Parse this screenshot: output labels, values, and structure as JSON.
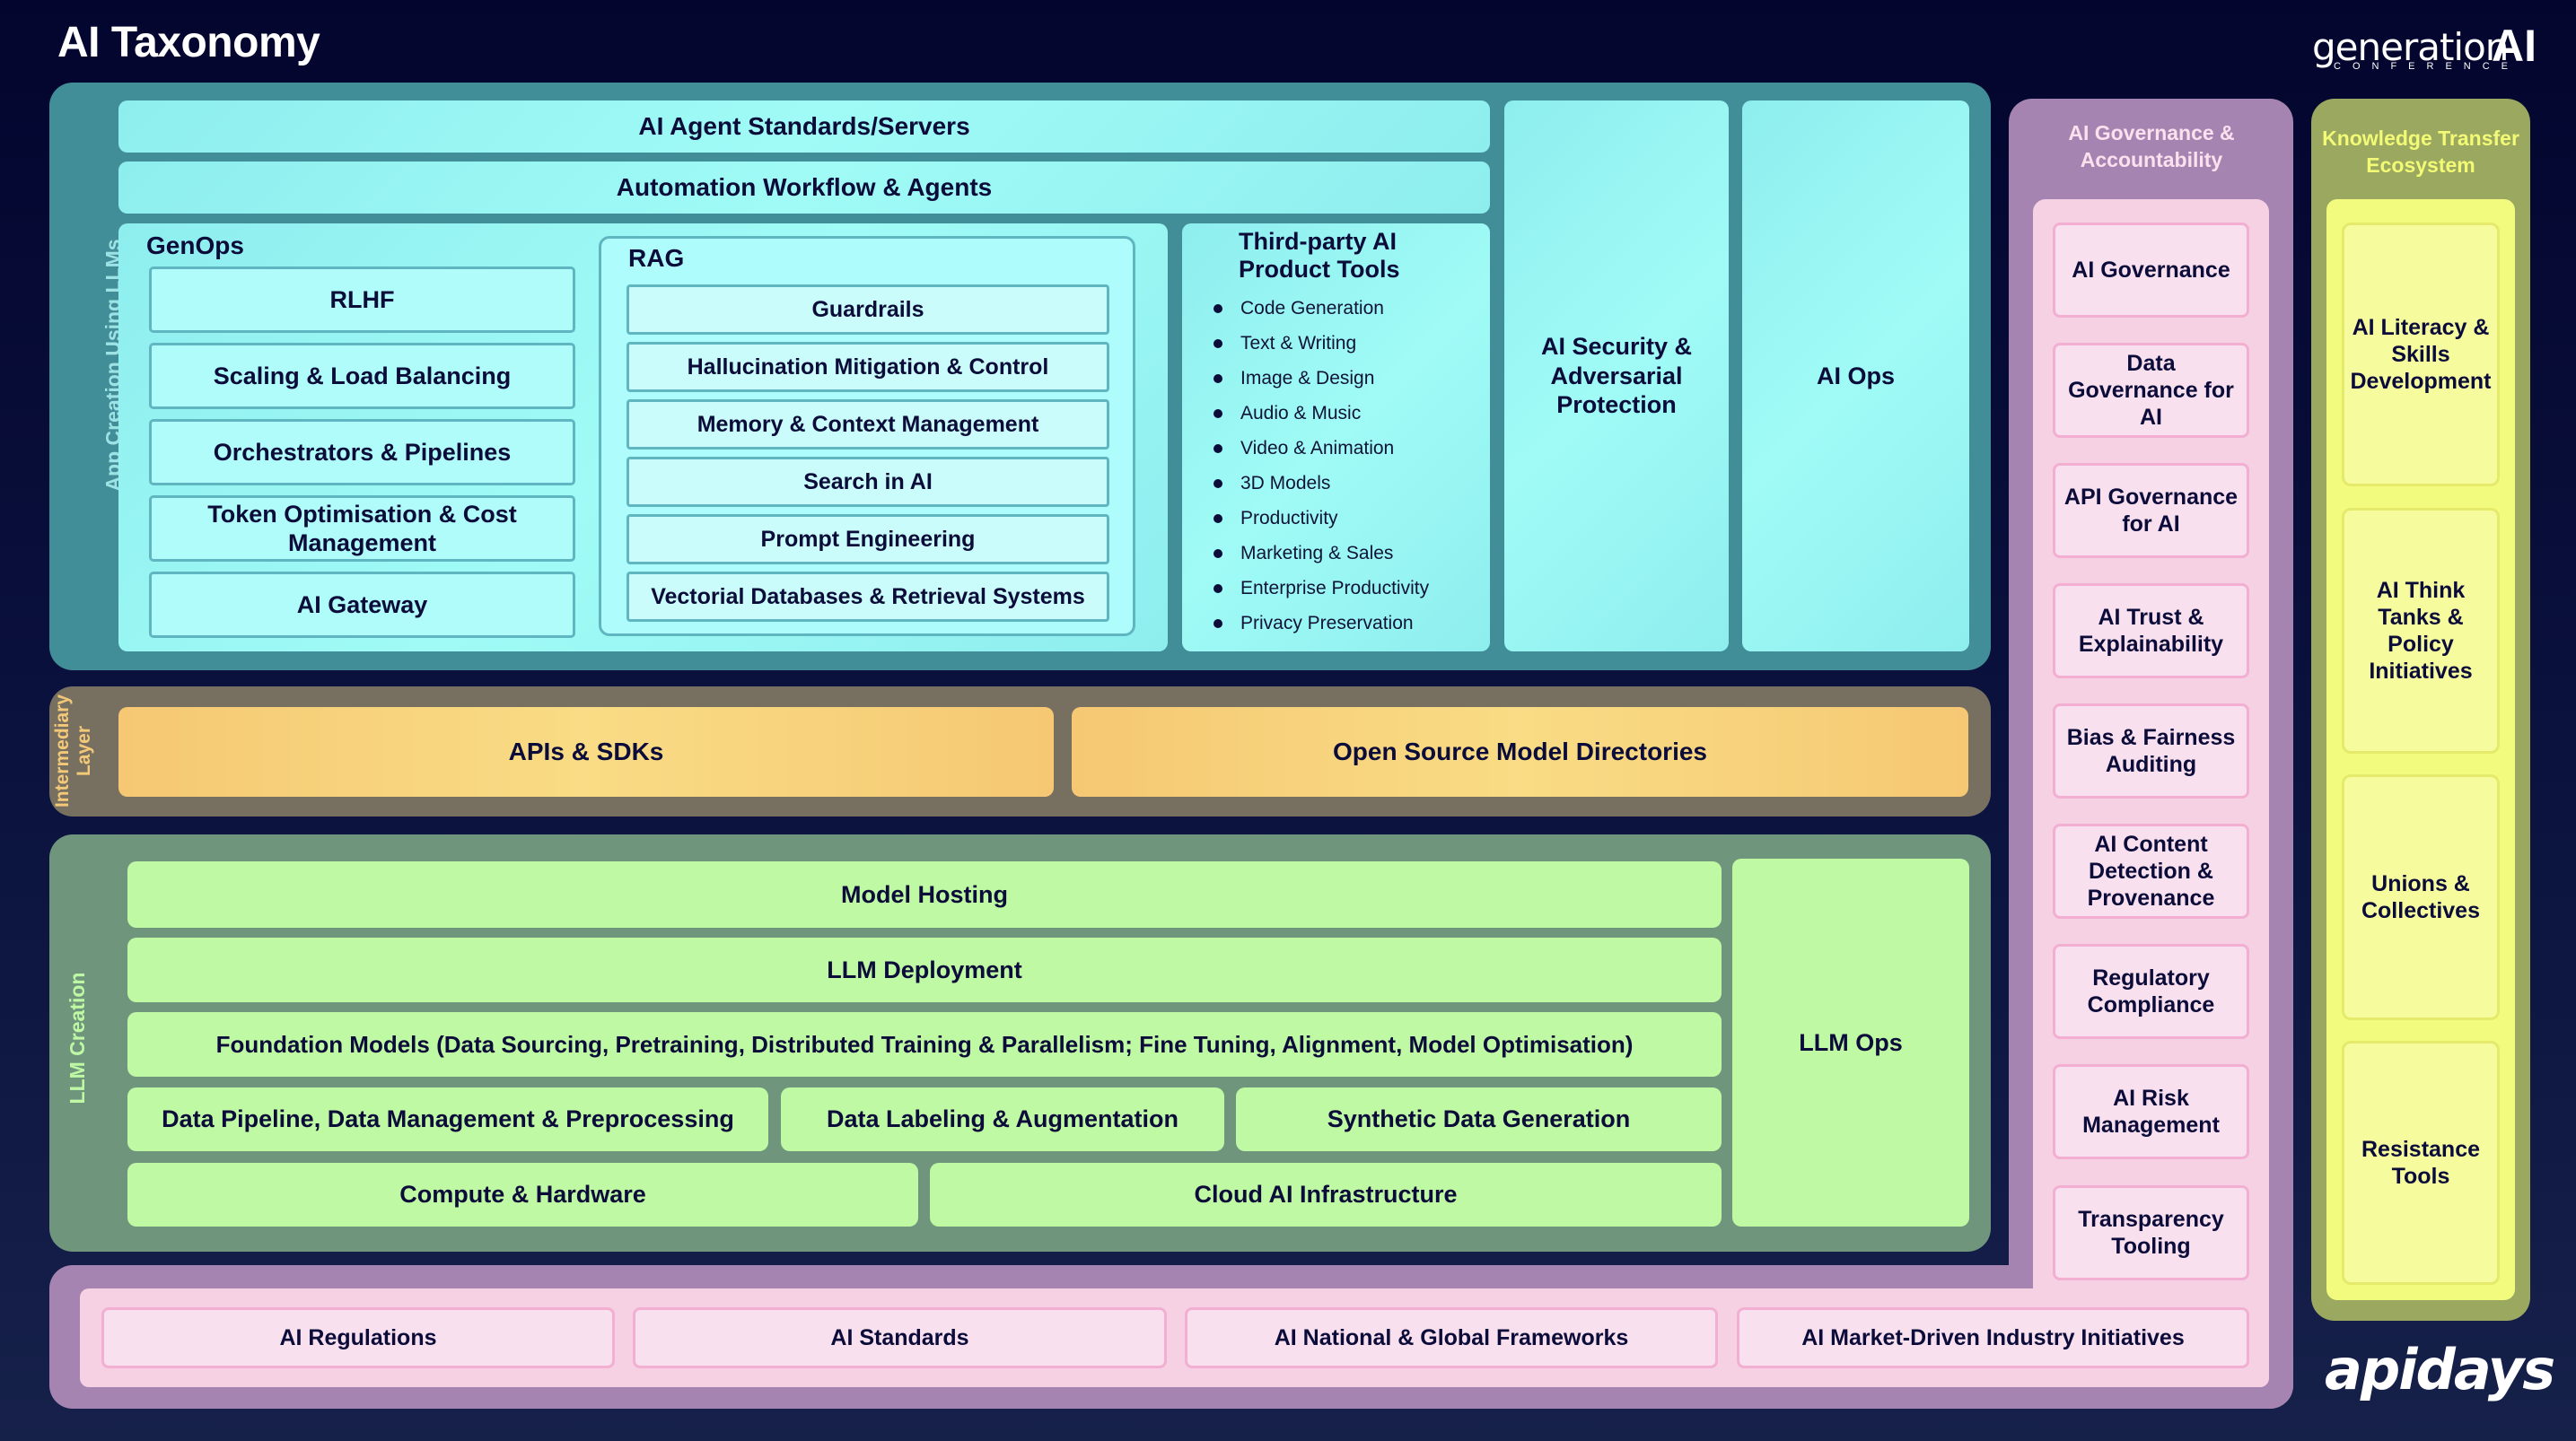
{
  "title": "AI Taxonomy",
  "logos": {
    "generation_ai": {
      "word": "generation",
      "ai": "AI",
      "sub": "CONFERENCE"
    },
    "apidays": "apidays"
  },
  "app_creation": {
    "label": "App Creation Using LLMs",
    "color": "#418d98",
    "rows": [
      "AI Agent Standards/Servers",
      "Automation Workflow & Agents"
    ],
    "genops": {
      "title": "GenOps",
      "items": [
        "RLHF",
        "Scaling & Load Balancing",
        "Orchestrators & Pipelines",
        "Token Optimisation & Cost Management",
        "AI Gateway"
      ]
    },
    "rag": {
      "title": "RAG",
      "items": [
        "Guardrails",
        "Hallucination Mitigation & Control",
        "Memory & Context Management",
        "Search in AI",
        "Prompt Engineering",
        "Vectorial Databases & Retrieval Systems"
      ]
    },
    "third_party": {
      "title": "Third-party AI Product Tools",
      "items": [
        "Code Generation",
        "Text & Writing",
        "Image & Design",
        "Audio & Music",
        "Video & Animation",
        "3D Models",
        "Productivity",
        "Marketing & Sales",
        "Enterprise Productivity",
        "Privacy Preservation"
      ]
    },
    "security": "AI Security & Adversarial Protection",
    "ops": "AI Ops"
  },
  "intermediary": {
    "label": "Intermediary Layer",
    "color": "#776f60",
    "items": [
      "APIs & SDKs",
      "Open Source Model Directories"
    ]
  },
  "llm_creation": {
    "label": "LLM Creation",
    "color": "#6f967c",
    "rows": {
      "hosting": "Model Hosting",
      "deployment": "LLM Deployment",
      "foundation": "Foundation Models (Data Sourcing, Pretraining, Distributed Training & Parallelism; Fine Tuning, Alignment, Model Optimisation)",
      "data": [
        "Data Pipeline, Data Management & Preprocessing",
        "Data Labeling & Augmentation",
        "Synthetic Data Generation"
      ],
      "infra": [
        "Compute & Hardware",
        "Cloud AI Infrastructure"
      ]
    },
    "ops": "LLM Ops"
  },
  "governance": {
    "title": "AI Governance & Accountability",
    "color": "#a684b2",
    "items": [
      "AI Governance",
      "Data Governance for AI",
      "API Governance for AI",
      "AI Trust & Explainability",
      "Bias & Fairness Auditing",
      "AI Content Detection & Provenance",
      "Regulatory Compliance",
      "AI Risk Management",
      "Transparency Tooling"
    ],
    "bottom_items": [
      "AI Regulations",
      "AI Standards",
      "AI National & Global Frameworks",
      "AI Market-Driven Industry Initiatives"
    ]
  },
  "knowledge": {
    "title": "Knowledge Transfer Ecosystem",
    "color": "#9aa860",
    "items": [
      "AI Literacy & Skills Development",
      "AI Think Tanks & Policy Initiatives",
      "Unions & Collectives",
      "Resistance Tools"
    ]
  }
}
